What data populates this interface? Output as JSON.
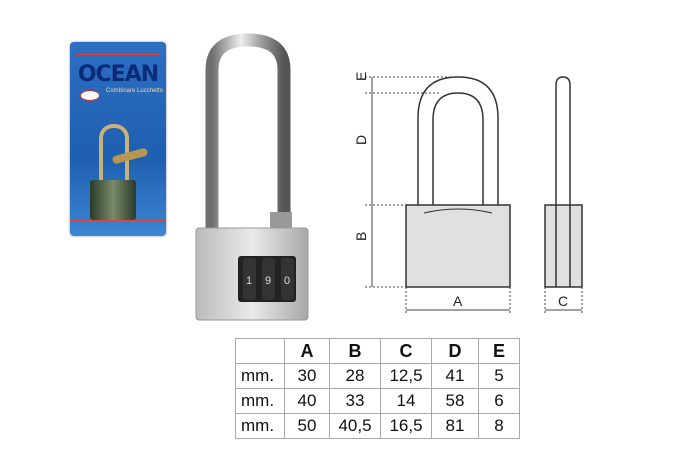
{
  "package": {
    "brand": "OCEAN",
    "subtitle": "Combinare Lucchetto"
  },
  "diagram": {
    "labels": {
      "A": "A",
      "B": "B",
      "C": "C",
      "D": "D",
      "E": "E"
    }
  },
  "table": {
    "headers": [
      "",
      "A",
      "B",
      "C",
      "D",
      "E"
    ],
    "rows": [
      [
        "mm.",
        "30",
        "28",
        "12,5",
        "41",
        "5"
      ],
      [
        "mm.",
        "40",
        "33",
        "14",
        "58",
        "6"
      ],
      [
        "mm.",
        "50",
        "40,5",
        "16,5",
        "81",
        "8"
      ]
    ]
  },
  "lock_dials": [
    "1",
    "9",
    "0"
  ]
}
